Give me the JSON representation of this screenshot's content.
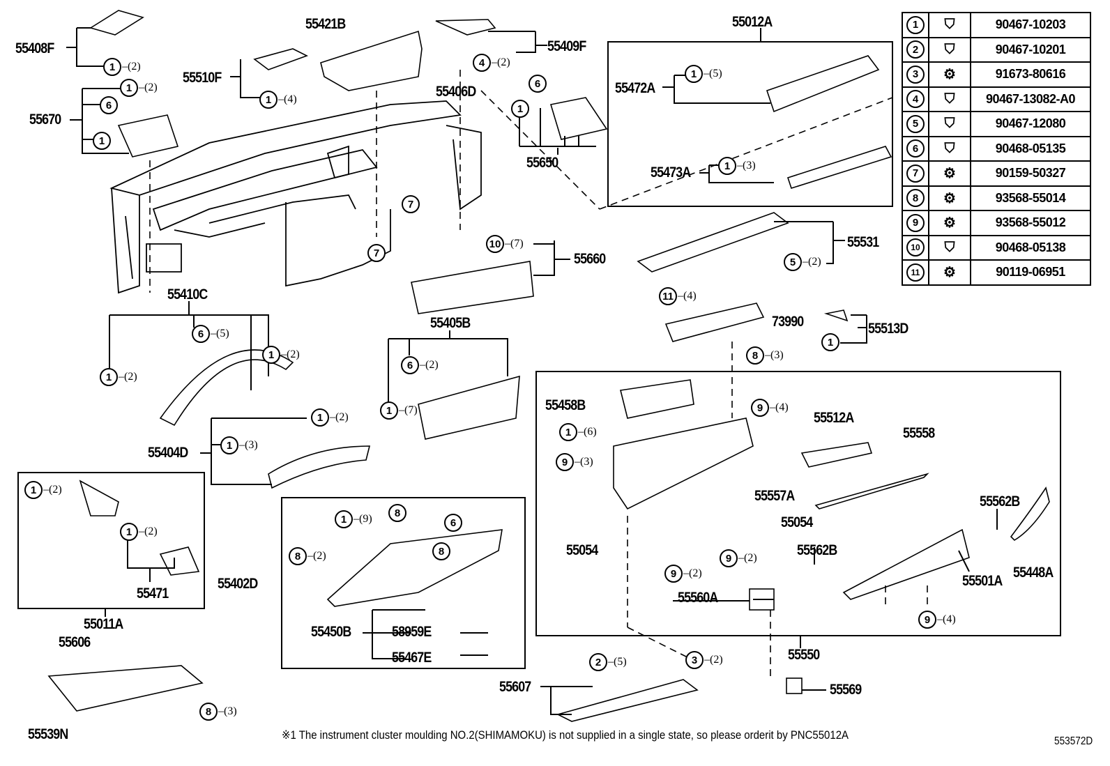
{
  "title": "Instrument panel & glove compartment parts diagram",
  "figure_id": "553572D",
  "footnote": "※1 The instrument cluster moulding NO.2(SHIMAMOKU) is not supplied in a single state, so please orderit by PNC55012A",
  "footnote_marker": "※1",
  "parts_table": [
    {
      "ref": "1",
      "icon": "clip-icon",
      "part_no": "90467-10203"
    },
    {
      "ref": "2",
      "icon": "clip-icon",
      "part_no": "90467-10201"
    },
    {
      "ref": "3",
      "icon": "screw-icon",
      "part_no": "91673-80616"
    },
    {
      "ref": "4",
      "icon": "clip-icon",
      "part_no": "90467-13082-A0"
    },
    {
      "ref": "5",
      "icon": "clip-icon",
      "part_no": "90467-12080"
    },
    {
      "ref": "6",
      "icon": "clip-icon",
      "part_no": "90468-05135"
    },
    {
      "ref": "7",
      "icon": "screw-icon",
      "part_no": "90159-50327"
    },
    {
      "ref": "8",
      "icon": "screw-icon",
      "part_no": "93568-55014"
    },
    {
      "ref": "9",
      "icon": "screw-icon",
      "part_no": "93568-55012"
    },
    {
      "ref": "10",
      "icon": "clip-icon",
      "part_no": "90468-05138"
    },
    {
      "ref": "11",
      "icon": "screw-icon",
      "part_no": "90119-06951"
    }
  ],
  "labels": [
    {
      "id": "55408F",
      "text": "55408F"
    },
    {
      "id": "55421B",
      "text": "55421B"
    },
    {
      "id": "55409F",
      "text": "55409F"
    },
    {
      "id": "55012A",
      "text": "55012A"
    },
    {
      "id": "55510F",
      "text": "55510F"
    },
    {
      "id": "55406D",
      "text": "55406D"
    },
    {
      "id": "55670",
      "text": "55670"
    },
    {
      "id": "55650",
      "text": "55650"
    },
    {
      "id": "55472A",
      "text": "55472A"
    },
    {
      "id": "55473A",
      "text": "55473A"
    },
    {
      "id": "55660",
      "text": "55660"
    },
    {
      "id": "55531",
      "text": "55531"
    },
    {
      "id": "55410C",
      "text": "55410C"
    },
    {
      "id": "55405B",
      "text": "55405B"
    },
    {
      "id": "73990",
      "text": "73990"
    },
    {
      "id": "55513D",
      "text": "55513D"
    },
    {
      "id": "55458B",
      "text": "55458B"
    },
    {
      "id": "55512A",
      "text": "55512A"
    },
    {
      "id": "55558",
      "text": "55558"
    },
    {
      "id": "55557A",
      "text": "55557A"
    },
    {
      "id": "55404D",
      "text": "55404D"
    },
    {
      "id": "55054a",
      "text": "55054"
    },
    {
      "id": "55054b",
      "text": "55054"
    },
    {
      "id": "55562Ba",
      "text": "55562B"
    },
    {
      "id": "55562Bb",
      "text": "55562B"
    },
    {
      "id": "55448A",
      "text": "55448A"
    },
    {
      "id": "55501A",
      "text": "55501A"
    },
    {
      "id": "55402D",
      "text": "55402D"
    },
    {
      "id": "55471",
      "text": "55471"
    },
    {
      "id": "55011A",
      "text": "55011A"
    },
    {
      "id": "55560A",
      "text": "55560A"
    },
    {
      "id": "55606",
      "text": "55606"
    },
    {
      "id": "55450B",
      "text": "55450B"
    },
    {
      "id": "58959E",
      "text": "58959E"
    },
    {
      "id": "55467E",
      "text": "55467E"
    },
    {
      "id": "55550",
      "text": "55550"
    },
    {
      "id": "55607",
      "text": "55607"
    },
    {
      "id": "55569",
      "text": "55569"
    },
    {
      "id": "55539N",
      "text": "55539N"
    }
  ],
  "callouts": [
    {
      "ref": "1",
      "qty": "(2)"
    },
    {
      "ref": "1",
      "qty": "(4)"
    },
    {
      "ref": "4",
      "qty": "(2)"
    },
    {
      "ref": "1",
      "qty": "(2)"
    },
    {
      "ref": "6",
      "qty": ""
    },
    {
      "ref": "1",
      "qty": ""
    },
    {
      "ref": "1",
      "qty": "(5)"
    },
    {
      "ref": "1",
      "qty": "(3)"
    },
    {
      "ref": "6",
      "qty": ""
    },
    {
      "ref": "1",
      "qty": ""
    },
    {
      "ref": "7",
      "qty": ""
    },
    {
      "ref": "7",
      "qty": ""
    },
    {
      "ref": "10",
      "qty": "(7)"
    },
    {
      "ref": "5",
      "qty": "(2)"
    },
    {
      "ref": "11",
      "qty": "(4)"
    },
    {
      "ref": "6",
      "qty": "(5)"
    },
    {
      "ref": "1",
      "qty": "(2)"
    },
    {
      "ref": "1",
      "qty": "(2)"
    },
    {
      "ref": "6",
      "qty": "(2)"
    },
    {
      "ref": "1",
      "qty": "(7)"
    },
    {
      "ref": "8",
      "qty": "(3)"
    },
    {
      "ref": "1",
      "qty": ""
    },
    {
      "ref": "9",
      "qty": "(4)"
    },
    {
      "ref": "1",
      "qty": "(6)"
    },
    {
      "ref": "9",
      "qty": "(3)"
    },
    {
      "ref": "1",
      "qty": "(2)"
    },
    {
      "ref": "1",
      "qty": "(3)"
    },
    {
      "ref": "1",
      "qty": "(2)"
    },
    {
      "ref": "1",
      "qty": "(2)"
    },
    {
      "ref": "1",
      "qty": "(9)"
    },
    {
      "ref": "8",
      "qty": ""
    },
    {
      "ref": "6",
      "qty": ""
    },
    {
      "ref": "8",
      "qty": "(2)"
    },
    {
      "ref": "8",
      "qty": ""
    },
    {
      "ref": "9",
      "qty": "(2)"
    },
    {
      "ref": "9",
      "qty": "(2)"
    },
    {
      "ref": "9",
      "qty": "(4)"
    },
    {
      "ref": "2",
      "qty": "(5)"
    },
    {
      "ref": "3",
      "qty": "(2)"
    },
    {
      "ref": "8",
      "qty": "(3)"
    }
  ]
}
